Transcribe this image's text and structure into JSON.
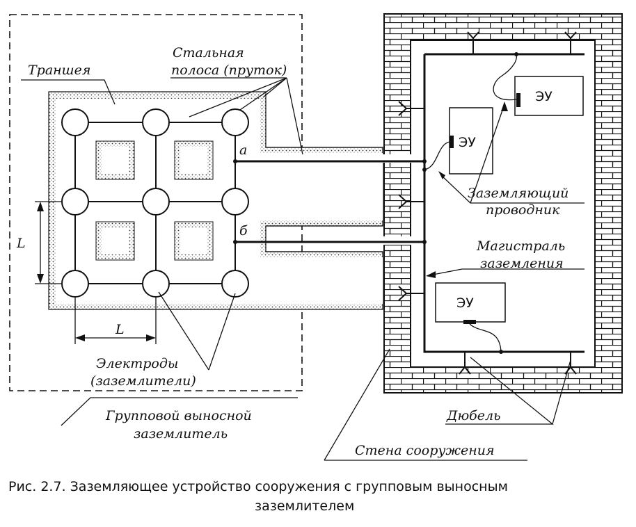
{
  "labels": {
    "trench": "Траншея",
    "strip_line1": "Стальная",
    "strip_line2": "полоса (пруток)",
    "point_a": "а",
    "point_b": "б",
    "dim_l_vertical": "L",
    "dim_l_horizontal": "L",
    "electrodes_line1": "Электроды",
    "electrodes_line2": "(заземлители)",
    "group_line1": "Групповой выносной",
    "group_line2": "заземлитель",
    "conductor_line1": "Заземляющий",
    "conductor_line2": "проводник",
    "main_line1": "Магистраль",
    "main_line2": "заземления",
    "dowel": "Дюбель",
    "wall": "Стена сооружения"
  },
  "equipment": {
    "eu_top": "ЭУ",
    "eu_middle": "ЭУ",
    "eu_bottom": "ЭУ"
  },
  "caption": {
    "line1": "Рис. 2.7. Заземляющее устройство сооружения с групповым выносным",
    "line2": "заземлителем"
  }
}
